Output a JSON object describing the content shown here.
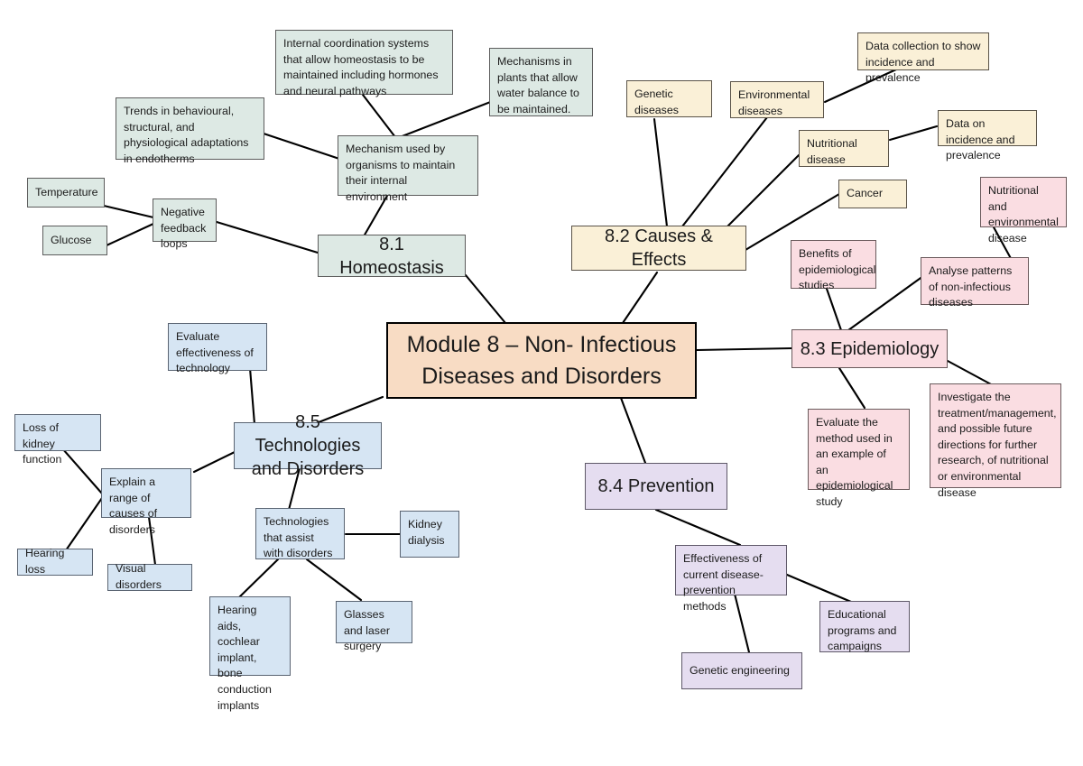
{
  "diagram": {
    "title": "Module 8 – Non- Infectious Diseases and Disorders",
    "type": "mind-map",
    "background": "#ffffff",
    "palette": {
      "central": "#f8dcc4",
      "homeostasis": "#dde9e4",
      "causes_effects": "#faf0d7",
      "epidemiology": "#fadde2",
      "technologies": "#d6e5f3",
      "prevention": "#e5ddf0",
      "edge": "#000000"
    }
  },
  "central": {
    "label": "Module 8 – Non- Infectious\nDiseases and Disorders"
  },
  "hubs": {
    "homeostasis": "8.1 Homeostasis",
    "causes_effects": "8.2 Causes & Effects",
    "epidemiology": "8.3 Epidemiology",
    "prevention": "8.4 Prevention",
    "technologies": "8.5 Technologies\nand Disorders"
  },
  "homeostasis_nodes": {
    "internal_coordination": "Internal coordination systems that allow homeostasis to be maintained including hormones and neural pathways",
    "plant_mechanisms": "Mechanisms in plants that allow water balance to be maintained.",
    "trends_adaptations": "Trends in behavioural, structural, and physiological adaptations in endotherms",
    "mechanism_internal_env": "Mechanism used by organisms to maintain their internal environment",
    "temperature": "Temperature",
    "glucose": "Glucose",
    "negative_feedback": "Negative feedback loops"
  },
  "causes_nodes": {
    "genetic_diseases": "Genetic diseases",
    "environmental_diseases": "Environmental diseases",
    "nutritional_disease": "Nutritional disease",
    "cancer": "Cancer",
    "data_collection": "Data collection to show incidence and prevalence",
    "data_incidence": "Data on incidence and prevalence"
  },
  "epidemiology_nodes": {
    "benefits_studies": "Benefits of epidemiological studies",
    "analyse_patterns": "Analyse patterns of non-infectious diseases",
    "nutritional_environmental": "Nutritional and environmental disease",
    "evaluate_method": "Evaluate the method used in an example of an epidemiological study",
    "investigate_treatment": "Investigate the treatment/management, and possible future directions for further research, of nutritional or environmental disease"
  },
  "prevention_nodes": {
    "effectiveness_methods": "Effectiveness of current disease-prevention methods",
    "educational_programs": "Educational programs and campaigns",
    "genetic_engineering": "Genetic engineering"
  },
  "technologies_nodes": {
    "evaluate_effectiveness": "Evaluate effectiveness of technology",
    "explain_causes": "Explain a range of causes of disorders",
    "loss_kidney": "Loss of kidney function",
    "hearing_loss": "Hearing loss",
    "visual_disorders": "Visual disorders",
    "tech_assist": "Technologies that assist with disorders",
    "kidney_dialysis": "Kidney dialysis",
    "hearing_aids": "Hearing aids, cochlear implant, bone conduction implants",
    "glasses_laser": "Glasses and laser surgery"
  }
}
